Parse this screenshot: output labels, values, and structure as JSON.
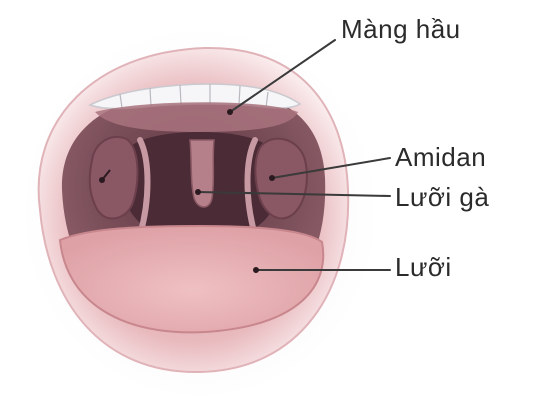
{
  "diagram": {
    "labels": {
      "pharynx": "Màng hầu",
      "tonsil": "Amidan",
      "uvula": "Lưỡi gà",
      "tongue": "Lưỡi"
    },
    "colors": {
      "lip_outer": "#f2d2d4",
      "lip_inner": "#d9a2a8",
      "mouth_cavity": "#7a4a55",
      "throat_dark": "#3d2630",
      "tongue": "#e9b6b8",
      "teeth": "#f4f4f6",
      "leader_line": "#3a3a3a",
      "text": "#2b2b2b"
    }
  }
}
